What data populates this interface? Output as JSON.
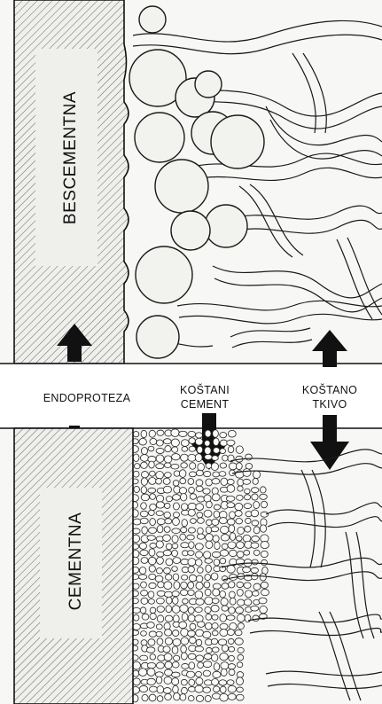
{
  "labels": {
    "top_implant": "BESCEMENTNA",
    "bottom_implant": "CEMENTNA",
    "endoproteza": "ENDOPROTEZA",
    "cement_line1": "KOŠTANI",
    "cement_line2": "CEMENT",
    "tissue_line1": "KOŠTANO",
    "tissue_line2": "TKIVO"
  },
  "colors": {
    "ink": "#111111",
    "paper": "#f7f7f5",
    "band": "#ffffff"
  }
}
